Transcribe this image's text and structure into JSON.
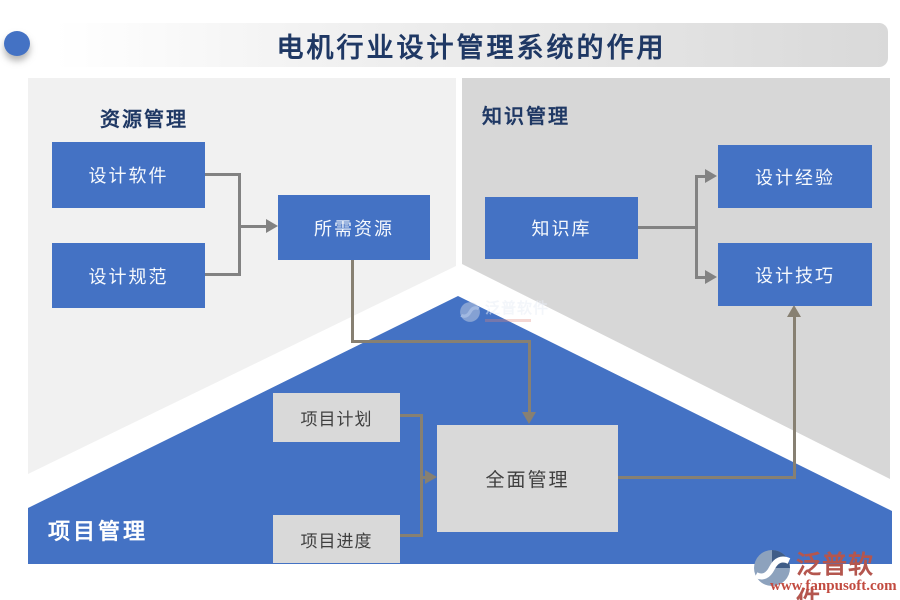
{
  "title": {
    "text": "电机行业设计管理系统的作用"
  },
  "sections": {
    "resource": {
      "label": "资源管理",
      "boxes": {
        "software": "设计软件",
        "spec": "设计规范",
        "required": "所需资源"
      }
    },
    "knowledge": {
      "label": "知识管理",
      "boxes": {
        "base": "知识库",
        "experience": "设计经验",
        "skill": "设计技巧"
      }
    },
    "project": {
      "label": "项目管理",
      "boxes": {
        "plan": "项目计划",
        "progress": "项目进度",
        "overall": "全面管理"
      }
    }
  },
  "watermark": {
    "brand": "泛普软件"
  },
  "logo": {
    "brand": "泛普软件",
    "url": "www.fanpusoft.com"
  },
  "icons": [
    "bullet-ellipse-icon",
    "fanpu-swirl-icon",
    "watermark-swirl-icon"
  ],
  "colors": {
    "accent_blue": "#4472c4",
    "panel_left_gray": "#f1f1f1",
    "panel_right_gray": "#d7d7d7",
    "node_gray": "#d9d9d9",
    "title_navy": "#1f3864",
    "connector_gray": "#828282",
    "connector_tan": "#878072",
    "logo_red": "#b4564e",
    "logo_url_red": "#c24b40"
  }
}
